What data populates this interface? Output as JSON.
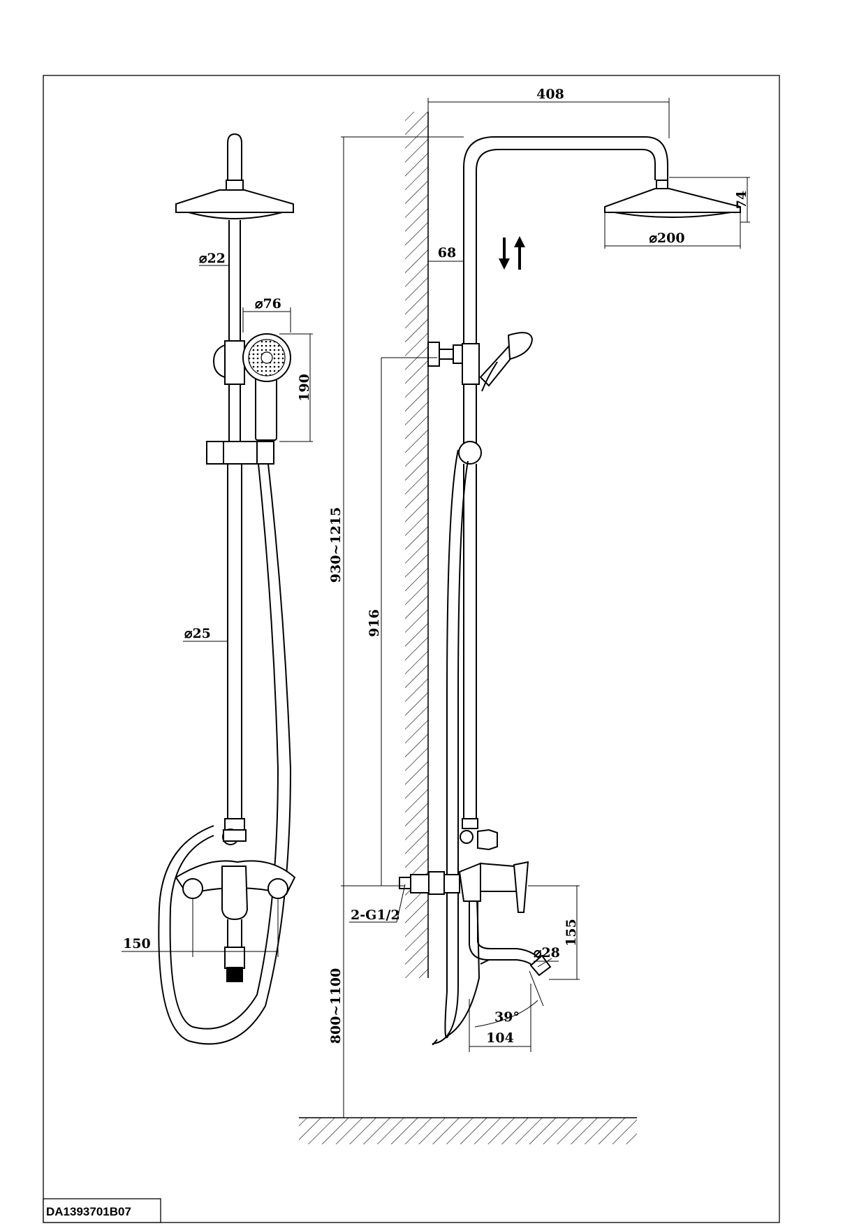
{
  "drawing_code": "DA1393701B07",
  "front_view": {
    "riser_diameter_label": "⌀22",
    "hand_shower_diameter_label": "⌀76",
    "hand_shower_length_label": "190",
    "bar_diameter_label": "⌀25",
    "inlet_spacing_label": "150"
  },
  "side_view": {
    "arm_reach_label": "408",
    "head_height_label": "74",
    "head_diameter_label": "⌀200",
    "wall_offset_label": "68",
    "total_height_label": "930~1215",
    "bracket_height_label": "916",
    "inlet_label": "2-G1/2",
    "spout_height_label": "155",
    "spout_diameter_label": "⌀28",
    "spout_angle_label": "39°",
    "spout_projection_label": "104",
    "mounting_height_label": "800~1100"
  },
  "icons": [
    "height-adjust-arrows-icon"
  ]
}
